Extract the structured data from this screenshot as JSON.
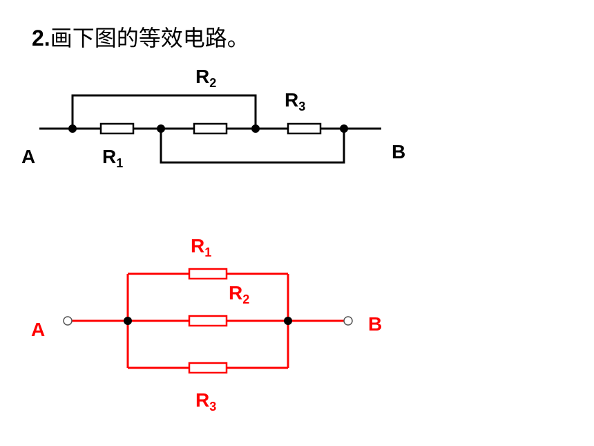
{
  "title": {
    "number": "2.",
    "text": "画下图的等效电路。"
  },
  "original_circuit": {
    "color": "#000000",
    "labels": {
      "A": "A",
      "B": "B",
      "R1": "R",
      "R1_sub": "1",
      "R2": "R",
      "R2_sub": "2",
      "R3": "R",
      "R3_sub": "3"
    }
  },
  "equivalent_circuit": {
    "color": "#ff0000",
    "labels": {
      "A": "A",
      "B": "B",
      "R1": "R",
      "R1_sub": "1",
      "R2": "R",
      "R2_sub": "2",
      "R3": "R",
      "R3_sub": "3"
    }
  }
}
